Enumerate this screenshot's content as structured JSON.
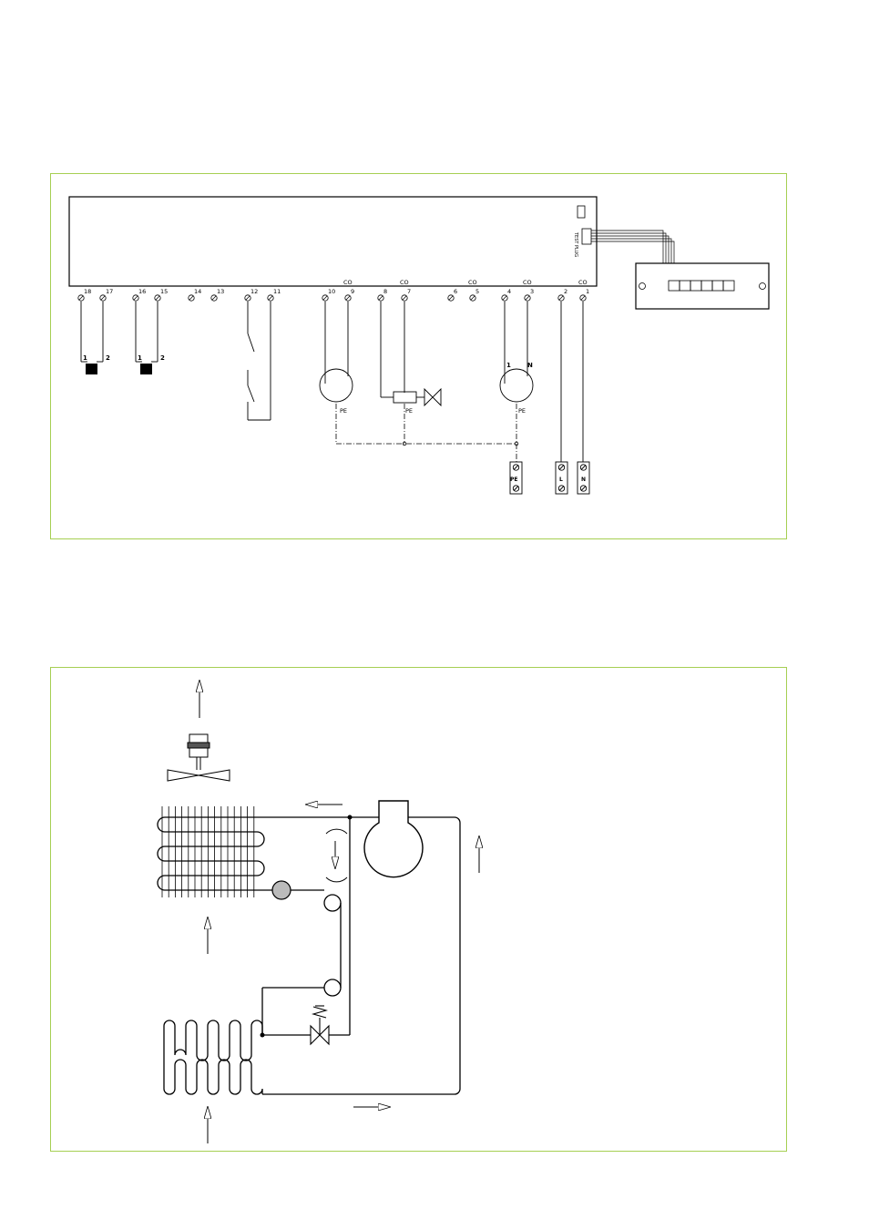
{
  "wiring_diagram": {
    "terminals": [
      {
        "id": "18",
        "group": ""
      },
      {
        "id": "17",
        "group": ""
      },
      {
        "id": "16",
        "group": ""
      },
      {
        "id": "15",
        "group": ""
      },
      {
        "id": "14",
        "group": ""
      },
      {
        "id": "13",
        "group": ""
      },
      {
        "id": "12",
        "group": ""
      },
      {
        "id": "11",
        "group": ""
      },
      {
        "id": "10",
        "group": ""
      },
      {
        "id": "9",
        "group": "CO"
      },
      {
        "id": "8",
        "group": ""
      },
      {
        "id": "7",
        "group": "CO"
      },
      {
        "id": "6",
        "group": ""
      },
      {
        "id": "5",
        "group": "CO"
      },
      {
        "id": "4",
        "group": ""
      },
      {
        "id": "3",
        "group": "CO"
      },
      {
        "id": "2",
        "group": ""
      },
      {
        "id": "1",
        "group": "CO"
      }
    ],
    "probe_a": {
      "pin1": "1",
      "pin2": "2"
    },
    "probe_b": {
      "pin1": "1",
      "pin2": "2"
    },
    "motor_b": {
      "pin1": "1",
      "pinN": "N"
    },
    "pe_labels": [
      "PE",
      "PE",
      "PE"
    ],
    "supply_terminals": [
      "PE",
      "L",
      "N"
    ],
    "connector_label": "TEST PLUG",
    "display_segments": 6
  },
  "colors": {
    "panel_border": "#a6cf52",
    "line": "#000000"
  }
}
